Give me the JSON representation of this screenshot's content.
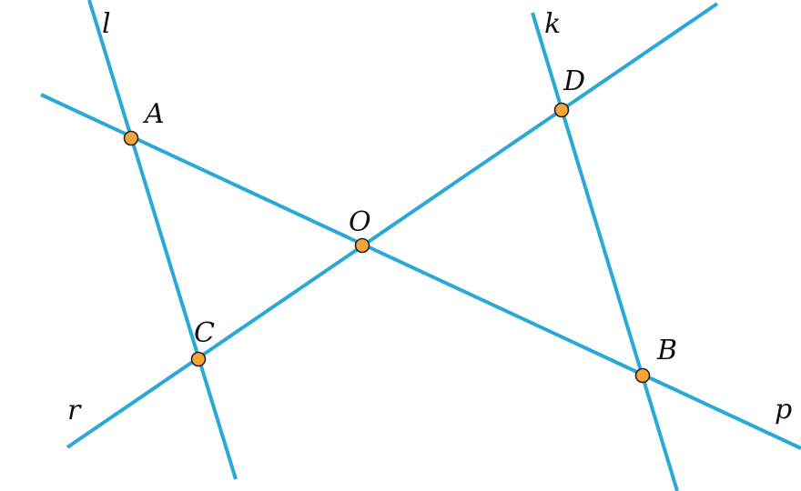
{
  "diagram": {
    "lines": [
      {
        "id": "l",
        "label": "l"
      },
      {
        "id": "k",
        "label": "k"
      },
      {
        "id": "p",
        "label": "p"
      },
      {
        "id": "r",
        "label": "r"
      }
    ],
    "points": [
      {
        "id": "A",
        "label": "A"
      },
      {
        "id": "C",
        "label": "C"
      },
      {
        "id": "O",
        "label": "O"
      },
      {
        "id": "D",
        "label": "D"
      },
      {
        "id": "B",
        "label": "B"
      }
    ],
    "colors": {
      "line": "#2aa8d8",
      "point_fill": "#f5a53a",
      "point_stroke": "#222222",
      "label": "#111111"
    }
  }
}
